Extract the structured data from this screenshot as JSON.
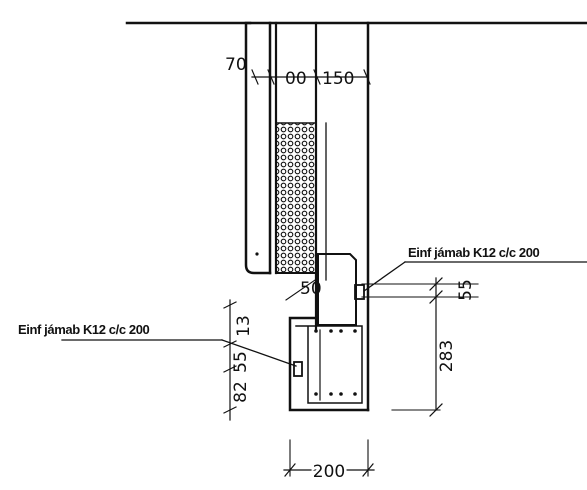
{
  "drawing": {
    "labels": {
      "right_note": "Einf jámab K12 c/c 200",
      "left_note": "Einf jámab K12 c/c 200"
    },
    "dimensions": {
      "top_70": "70",
      "top_00": "00",
      "top_150": "150",
      "slope_50": "50",
      "right_55": "55",
      "right_283": "283",
      "left_13": "13",
      "left_55": "55",
      "left_82": "82",
      "bottom_200": "200"
    }
  }
}
